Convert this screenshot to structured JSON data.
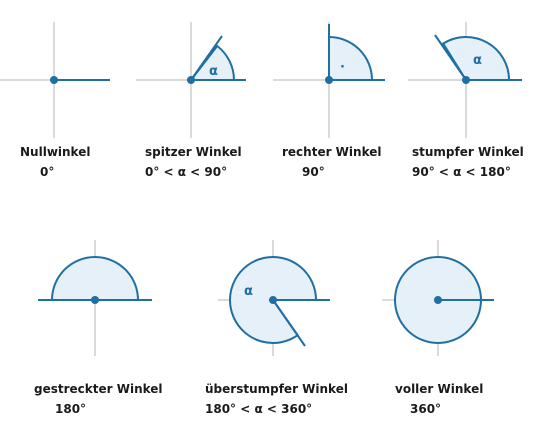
{
  "angles": [
    {
      "name": "Nullwinkel",
      "range": "0°",
      "alpha": ""
    },
    {
      "name": "spitzer Winkel",
      "range": "0° < α < 90°",
      "alpha": "α"
    },
    {
      "name": "rechter Winkel",
      "range": "90°",
      "alpha": ""
    },
    {
      "name": "stumpfer Winkel",
      "range": "90° < α < 180°",
      "alpha": "α"
    },
    {
      "name": "gestreckter Winkel",
      "range": "180°",
      "alpha": ""
    },
    {
      "name": "überstumpfer Winkel",
      "range": "180° < α < 360°",
      "alpha": "α"
    },
    {
      "name": "voller Winkel",
      "range": "360°",
      "alpha": ""
    }
  ],
  "right_angle_mark": "·",
  "colors": {
    "ray": "#1f6fa3",
    "fill": "#e6f0f8",
    "axis": "#b5b5b5"
  }
}
